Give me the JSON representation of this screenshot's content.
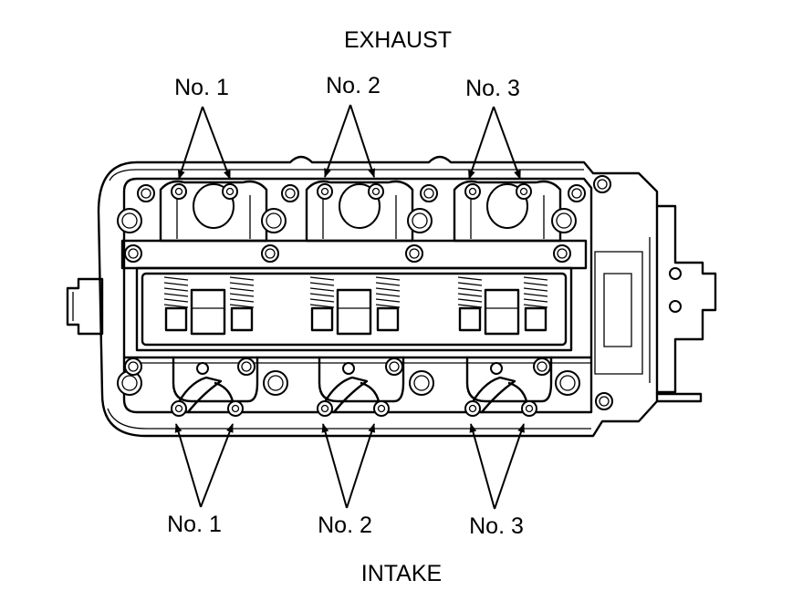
{
  "labels": {
    "exhaust": "EXHAUST",
    "intake": "INTAKE",
    "exhaust_cyl": [
      "No. 1",
      "No. 2",
      "No. 3"
    ],
    "intake_cyl": [
      "No. 1",
      "No. 2",
      "No. 3"
    ]
  },
  "colors": {
    "ink": "#000000",
    "paper": "#ffffff"
  }
}
